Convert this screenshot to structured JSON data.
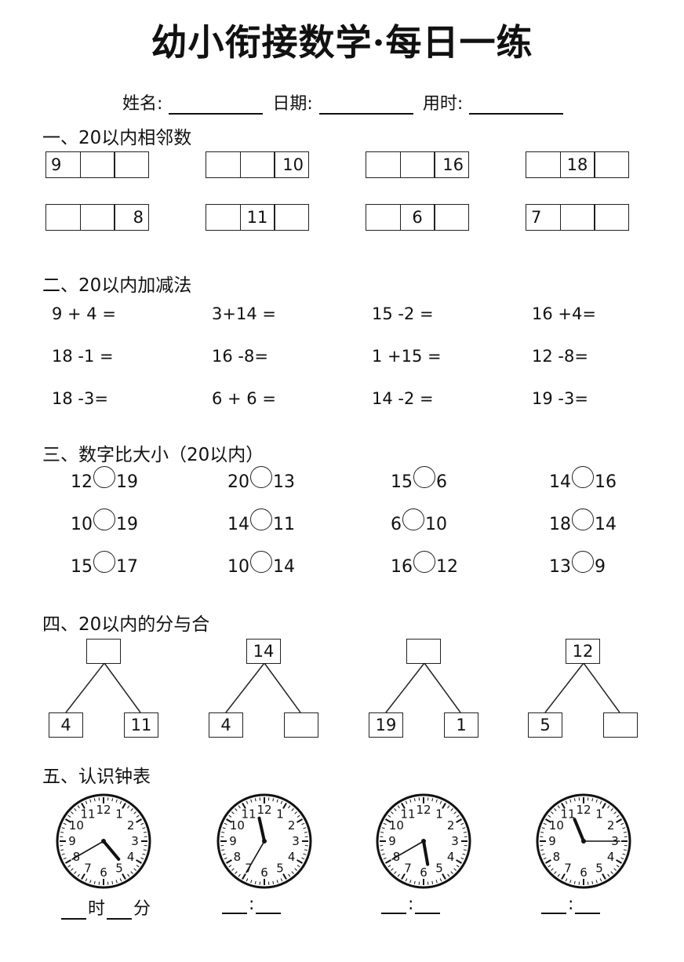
{
  "title": "幼小衔接数学·每日一练",
  "info": [
    {
      "label": "姓名:"
    },
    {
      "label": "日期:"
    },
    {
      "label": "用时:"
    }
  ],
  "sections": {
    "s1": "一、20以内相邻数",
    "s2": "二、20以内加减法",
    "s3": "三、数字比大小（20以内）",
    "s4": "四、20以内的分与合",
    "s5": "五、认识钟表"
  },
  "neighbors": [
    [
      "9",
      "",
      ""
    ],
    [
      "",
      "",
      "10"
    ],
    [
      "",
      "",
      "16"
    ],
    [
      "",
      "18",
      ""
    ],
    [
      "",
      "",
      "8"
    ],
    [
      "",
      "11",
      ""
    ],
    [
      "",
      "6",
      ""
    ],
    [
      "7",
      "",
      ""
    ]
  ],
  "equations": [
    "9 + 4 =",
    "3+14 =",
    "15 -2 =",
    "16 +4=",
    "18 -1 =",
    "16 -8=",
    "1 +15 =",
    "12 -8=",
    "18 -3=",
    "6 + 6 =",
    "14 -2 =",
    "19 -3="
  ],
  "comparisons": [
    [
      "12",
      "19"
    ],
    [
      "20",
      "13"
    ],
    [
      "15",
      "6"
    ],
    [
      "14",
      "16"
    ],
    [
      "10",
      "19"
    ],
    [
      "14",
      "11"
    ],
    [
      "6",
      "10"
    ],
    [
      "18",
      "14"
    ],
    [
      "15",
      "17"
    ],
    [
      "10",
      "14"
    ],
    [
      "16",
      "12"
    ],
    [
      "13",
      "9"
    ]
  ],
  "decompositions": [
    {
      "top": "",
      "left": "4",
      "right": "11"
    },
    {
      "top": "14",
      "left": "4",
      "right": ""
    },
    {
      "top": "",
      "left": "19",
      "right": "1"
    },
    {
      "top": "12",
      "left": "5",
      "right": ""
    }
  ],
  "clock_numbers": [
    "12",
    "1",
    "2",
    "3",
    "4",
    "5",
    "6",
    "7",
    "8",
    "9",
    "10",
    "11"
  ],
  "clocks": [
    {
      "hour": 4,
      "minute": 40,
      "answer": [
        "时",
        "分"
      ]
    },
    {
      "hour": 11,
      "minute": 35,
      "answer": [
        ":"
      ]
    },
    {
      "hour": 5,
      "minute": 40,
      "answer": [
        ":"
      ]
    },
    {
      "hour": 11,
      "minute": 15,
      "answer": [
        ":"
      ]
    }
  ]
}
